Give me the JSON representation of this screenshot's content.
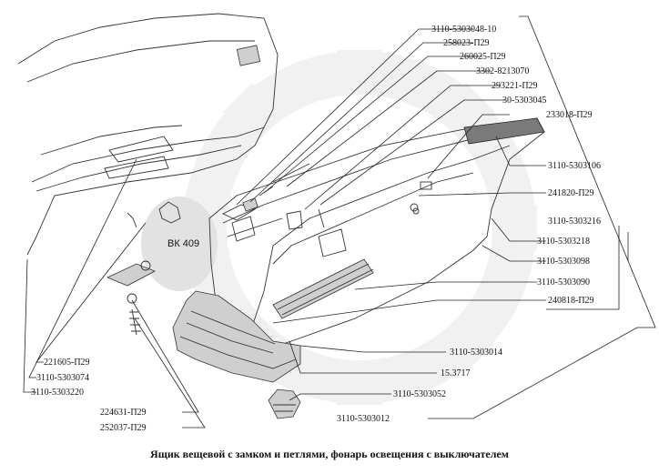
{
  "caption": "Ящик вещевой с замком и петлями, фонарь освещения с выключателем",
  "bk_label": "ВК 409",
  "labels": {
    "l01": "3110-5303048-10",
    "l02": "258023-П29",
    "l03": "260025-П29",
    "l04": "3302-8213070",
    "l05": "293221-П29",
    "l06": "30-5303045",
    "l07": "233018-П29",
    "l08": "3110-5303106",
    "l09": "241820-П29",
    "l10": "3110-5303216",
    "l11": "3110-5303218",
    "l12": "3110-5303098",
    "l13": "3110-5303090",
    "l14": "240818-П29",
    "l15": "3110-5303014",
    "l16": "15.3717",
    "l17": "3110-5303052",
    "l18": "3110-5303012",
    "l19": "221605-П29",
    "l20": "3110-5303074",
    "l21": "3110-5303220",
    "l22": "224631-П29",
    "l23": "252037-П29"
  },
  "colors": {
    "ink": "#222222",
    "watermark": "#e6e6e6",
    "shade": "#cfcfcf"
  }
}
